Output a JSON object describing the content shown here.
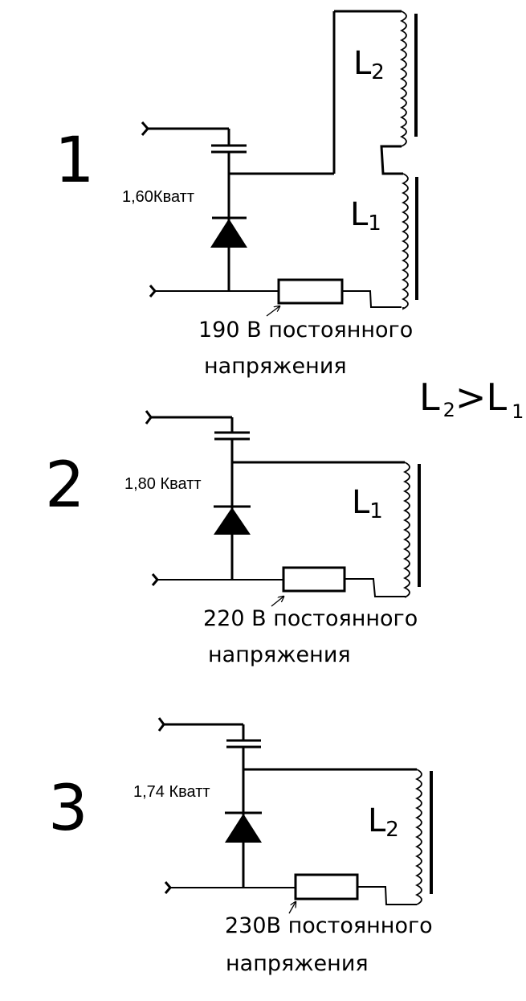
{
  "title_relation": {
    "l_main": "L",
    "sub_a": "2",
    "op": ">",
    "l_second": "L",
    "sub_b": "1"
  },
  "circuits": [
    {
      "number": "1",
      "power": "1,60Кватт",
      "voltage_line1": "190 В постоянного",
      "voltage_line2": "напряжения",
      "inductors": [
        {
          "letter": "L",
          "sub": "2"
        },
        {
          "letter": "L",
          "sub": "1"
        }
      ]
    },
    {
      "number": "2",
      "power": "1,80 Кватт",
      "voltage_line1": "220 В постоянного",
      "voltage_line2": "напряжения",
      "inductors": [
        {
          "letter": "L",
          "sub": "1"
        }
      ]
    },
    {
      "number": "3",
      "power": "1,74 Кватт",
      "voltage_line1": "230В постоянного",
      "voltage_line2": "напряжения",
      "inductors": [
        {
          "letter": "L",
          "sub": "2"
        }
      ]
    }
  ],
  "colors": {
    "ink": "#000000",
    "background": "#ffffff"
  }
}
